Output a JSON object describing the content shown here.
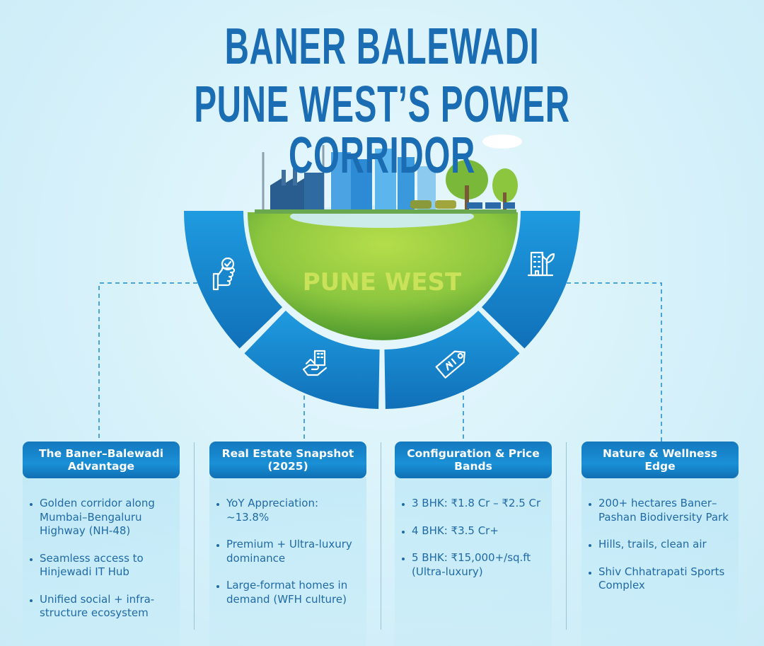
{
  "title": {
    "line1": "BANER BALEWADI",
    "line2": "PUNE WEST’S POWER CORRIDOR"
  },
  "globe": {
    "label": "PUNE WEST",
    "segments": [
      {
        "icon": "thumbs-up-check-icon"
      },
      {
        "icon": "hand-holding-house-icon"
      },
      {
        "icon": "price-tag-icon"
      },
      {
        "icon": "building-plant-icon"
      }
    ]
  },
  "colors": {
    "title": "#1a6cb3",
    "ring": "#1a8ad0",
    "globe": "#8cc63f",
    "header": "#1479bf",
    "body_text": "#1f6aa6"
  },
  "cards": [
    {
      "heading": "The Baner–Balewadi Advantage",
      "items": [
        "Golden corridor along Mumbai–Bengaluru Highway (NH-48)",
        "Seamless access to Hinjewadi IT Hub",
        "Unified social + infra-structure ecosystem"
      ]
    },
    {
      "heading": "Real Estate Snapshot (2025)",
      "items": [
        "YoY Appreciation: ~13.8%",
        "Premium + Ultra-luxury dominance",
        "Large-format homes in demand (WFH culture)"
      ]
    },
    {
      "heading": "Configuration & Price Bands",
      "items": [
        "3 BHK: ₹1.8 Cr – ₹2.5 Cr",
        "4 BHK: ₹3.5 Cr+",
        "5 BHK: ₹15,000+/sq.ft (Ultra-luxury)"
      ]
    },
    {
      "heading": "Nature & Wellness Edge",
      "items": [
        "200+ hectares Baner–Pashan Biodiversity Park",
        "Hills, trails, clean air",
        "Shiv Chhatrapati Sports Complex"
      ]
    }
  ]
}
